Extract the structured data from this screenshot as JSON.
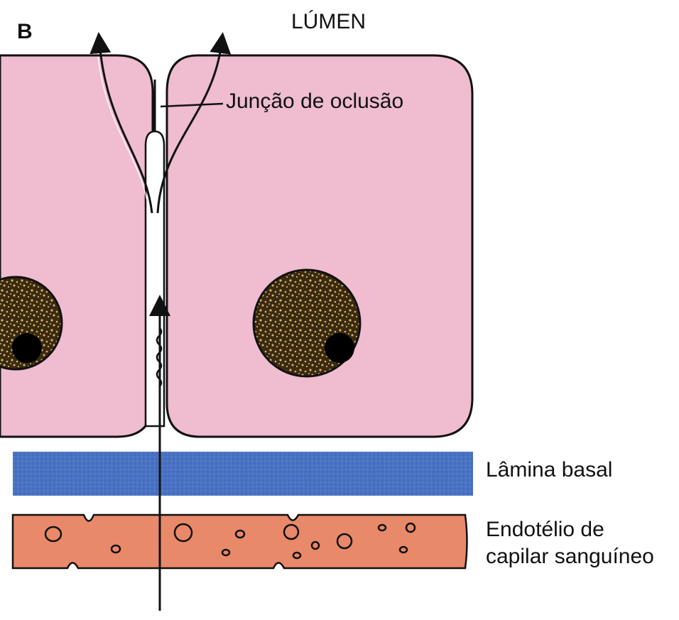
{
  "panel_letter": "B",
  "labels": {
    "lumen": "LÚMEN",
    "tight_junction": "Junção de oclusão",
    "basal_lamina": "Lâmina basal",
    "endothelium_line1": "Endotélio de",
    "endothelium_line2": "capilar sanguíneo"
  },
  "colors": {
    "cell": "#efbcd0",
    "cell_outline": "#111111",
    "nucleus": "#3a2a12",
    "nucleus_speckle": "#d9b56a",
    "basal_lamina": "#4a72c2",
    "endothelium": "#e8896a"
  }
}
